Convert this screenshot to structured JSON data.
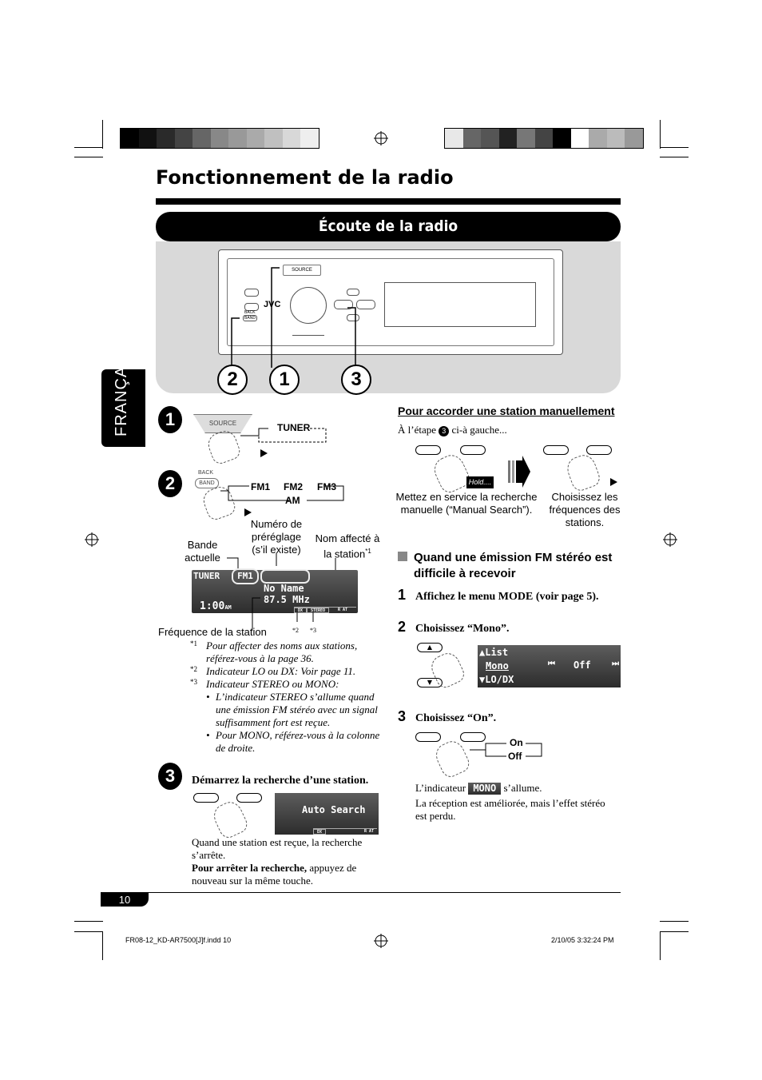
{
  "page_title": "Fonctionnement de la radio",
  "section_title": "Écoute de la radio",
  "side_tab": "FRANÇAIS",
  "device": {
    "brand": "JVC",
    "source_label": "SOURCE",
    "back_label": "BACK",
    "band_label": "BAND",
    "callouts": [
      "2",
      "1",
      "3"
    ]
  },
  "step1": {
    "num": "1",
    "source_label": "SOURCE",
    "tuner_label": "TUNER"
  },
  "step2": {
    "num": "2",
    "back_label": "BACK",
    "band_label": "BAND",
    "bands": [
      "FM1",
      "FM2",
      "FM3",
      "AM"
    ]
  },
  "display_callouts": {
    "band": "Bande actuelle",
    "preset": "Numéro de préréglage (s’il existe)",
    "name": "Nom affecté à la station",
    "name_mark": "*1",
    "freq": "Fréquence de la station",
    "mark2": "*2",
    "mark3": "*3"
  },
  "lcd_main": {
    "tuner": "TUNER",
    "band": "FM1",
    "name": "No Name",
    "freq": "87.5 MHz",
    "time": "1:00",
    "ampm": "AM",
    "ind1": "DX",
    "ind2": "STEREO",
    "ind3": "R AT"
  },
  "footnotes": [
    {
      "mark": "*1",
      "text": "Pour affecter des noms aux stations, référez-vous à la page 36."
    },
    {
      "mark": "*2",
      "text": "Indicateur LO ou DX: Voir page 11."
    },
    {
      "mark": "*3",
      "text": "Indicateur STEREO ou MONO:"
    }
  ],
  "footnote_bullets": [
    "L’indicateur STEREO s’allume quand une émission FM stéréo avec un signal suffisamment fort est reçue.",
    "Pour MONO, référez-vous à la colonne de droite."
  ],
  "step3": {
    "num": "3",
    "instruction": "Démarrez la recherche d’une station.",
    "lcd_text": "Auto Search",
    "lcd_ind1": "DX",
    "lcd_ind2": "R AT",
    "after": "Quand une station est reçue, la recherche s’arrête.",
    "stop_bold": "Pour arrêter la recherche,",
    "stop_rest": " appuyez de nouveau sur la même touche."
  },
  "manual": {
    "heading": "Pour accorder une station manuellement",
    "intro_a": "À l’étape ",
    "intro_num": "3",
    "intro_b": " ci-à gauche...",
    "hold": "Hold....",
    "caption_left": "Mettez en service la recherche manuelle (“Manual Search”).",
    "caption_right": "Choisissez les fréquences des stations."
  },
  "stereo": {
    "heading": "Quand une émission FM stéréo est difficile à recevoir",
    "step1_num": "1",
    "step1": "Affichez le menu MODE (voir page 5).",
    "step2_num": "2",
    "step2": "Choisissez “Mono”.",
    "menu": [
      "List",
      "Mono",
      "LO/DX"
    ],
    "menu_value": "Off",
    "step3_num": "3",
    "step3": "Choisissez “On”.",
    "on": "On",
    "off": "Off",
    "indicator_a": "L’indicateur ",
    "indicator_label": "MONO",
    "indicator_b": " s’allume.",
    "result": "La réception est améliorée, mais l’effet stéréo est perdu."
  },
  "page_number": "10",
  "print_footer": {
    "file": "FR08-12_KD-AR7500[J]f.indd   10",
    "date": "2/10/05   3:32:24 PM"
  },
  "colors": {
    "panel_gray": "#d9d9d9",
    "lcd_dark": "#3a3a3a"
  }
}
